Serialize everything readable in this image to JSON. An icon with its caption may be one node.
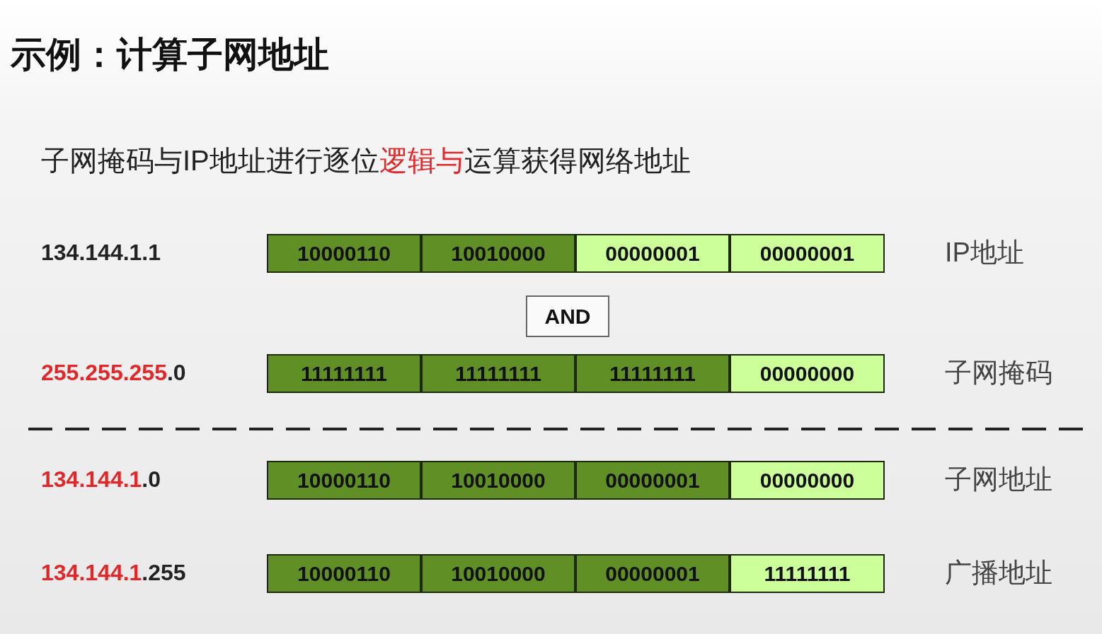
{
  "diagram": {
    "title": "示例：计算子网地址",
    "nodes": [
      {
        "text": [
          "10000110"
        ]
      },
      {
        "text": [
          "10010000"
        ]
      },
      {
        "text": [
          "00000001"
        ]
      },
      {
        "text": [
          "00000001"
        ]
      },
      {
        "text": [
          "AND"
        ]
      },
      {
        "text": [
          "11111111"
        ]
      },
      {
        "text": [
          "11111111"
        ]
      },
      {
        "text": [
          "11111111"
        ]
      },
      {
        "text": [
          "00000000"
        ]
      },
      {
        "text": [
          "10000110"
        ]
      },
      {
        "text": [
          "10010000"
        ]
      },
      {
        "text": [
          "00000001"
        ]
      },
      {
        "text": [
          "00000000"
        ]
      },
      {
        "text": [
          "10000110"
        ]
      },
      {
        "text": [
          "10010000"
        ]
      },
      {
        "text": [
          "00000001"
        ]
      },
      {
        "text": [
          "11111111"
        ]
      }
    ],
    "labels": [
      "子网掩码与IP地址进行逐位**逻辑与**运算获得网络地址",
      "134.144.1.1",
      "IP地址",
      "**255.255.255**.0",
      "子网掩码",
      "**134.144.1**.0",
      "子网地址",
      "**134.144.1**.255",
      "广播地址"
    ]
  }
}
